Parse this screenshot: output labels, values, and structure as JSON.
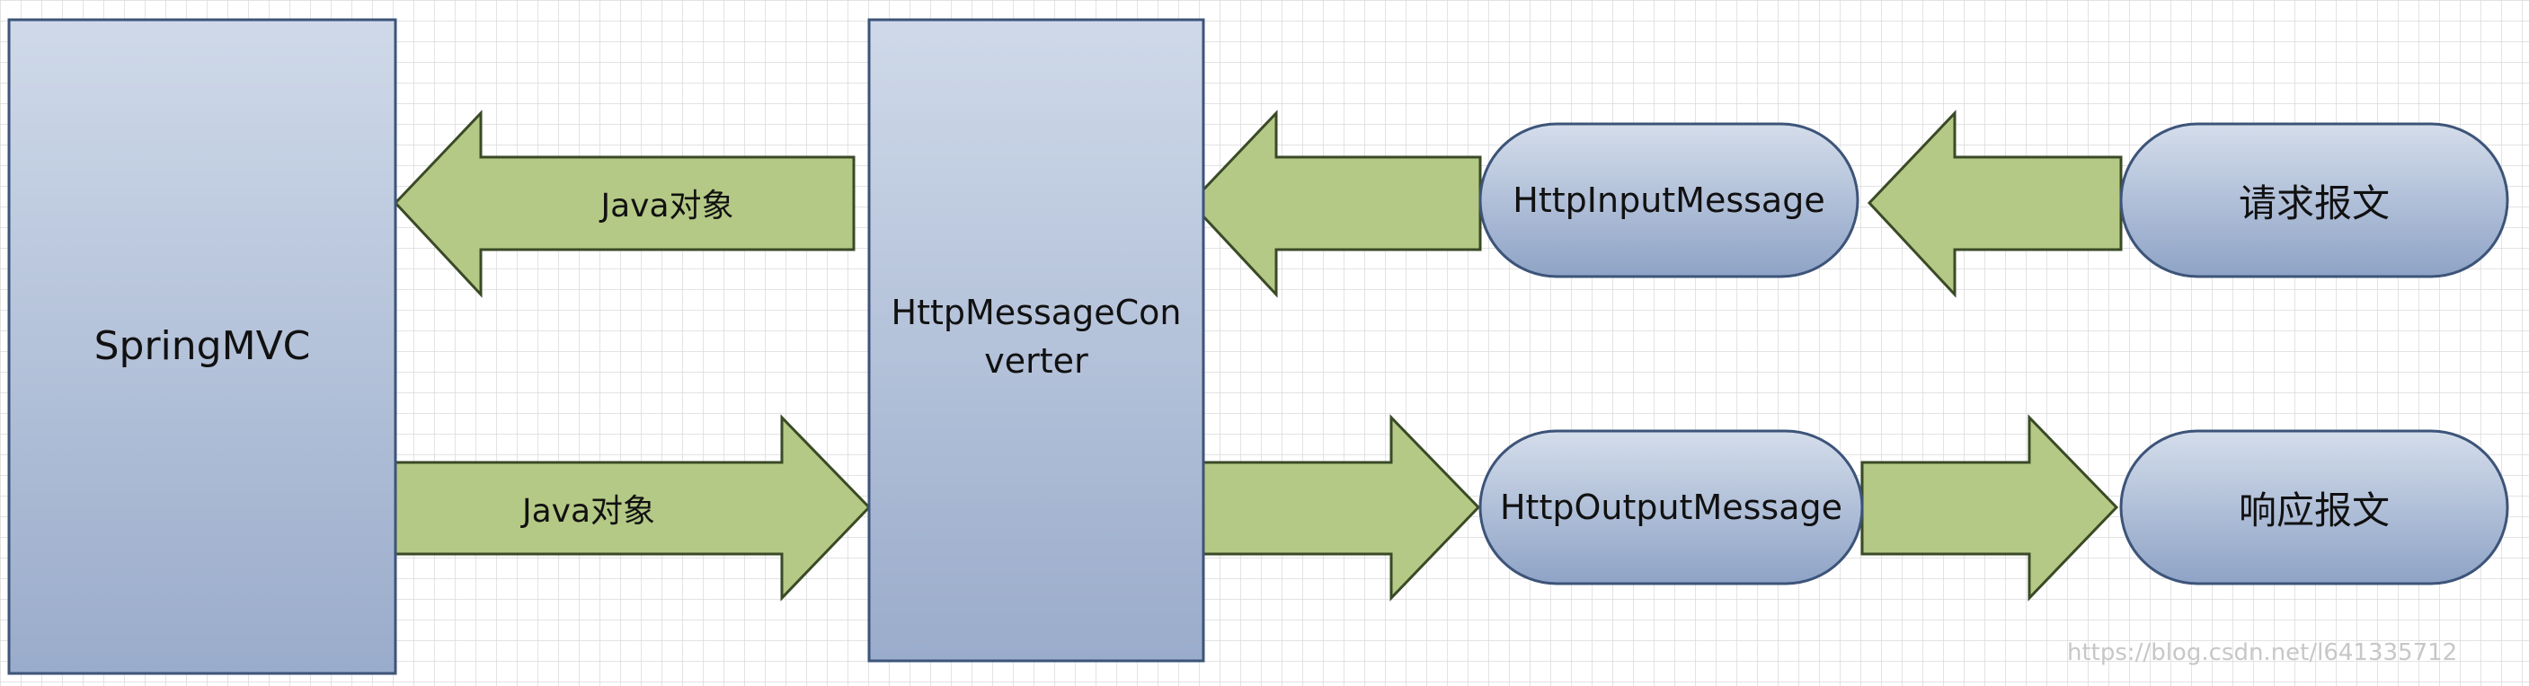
{
  "diagram": {
    "springmvc": "SpringMVC",
    "converter_line1": "HttpMessageCon",
    "converter_line2": "verter",
    "input_message": "HttpInputMessage",
    "output_message": "HttpOutputMessage",
    "request_message": "请求报文",
    "response_message": "响应报文",
    "java_object_top": "Java对象",
    "java_object_bottom": "Java对象"
  },
  "watermark": "https://blog.csdn.net/l641335712",
  "colors": {
    "box_fill_top": "#cfd9e9",
    "box_fill_bottom": "#9aaccb",
    "box_stroke": "#3d5479",
    "arrow_fill": "#b5c986",
    "arrow_stroke": "#3a4a26",
    "grid": "#d4d4d4"
  }
}
